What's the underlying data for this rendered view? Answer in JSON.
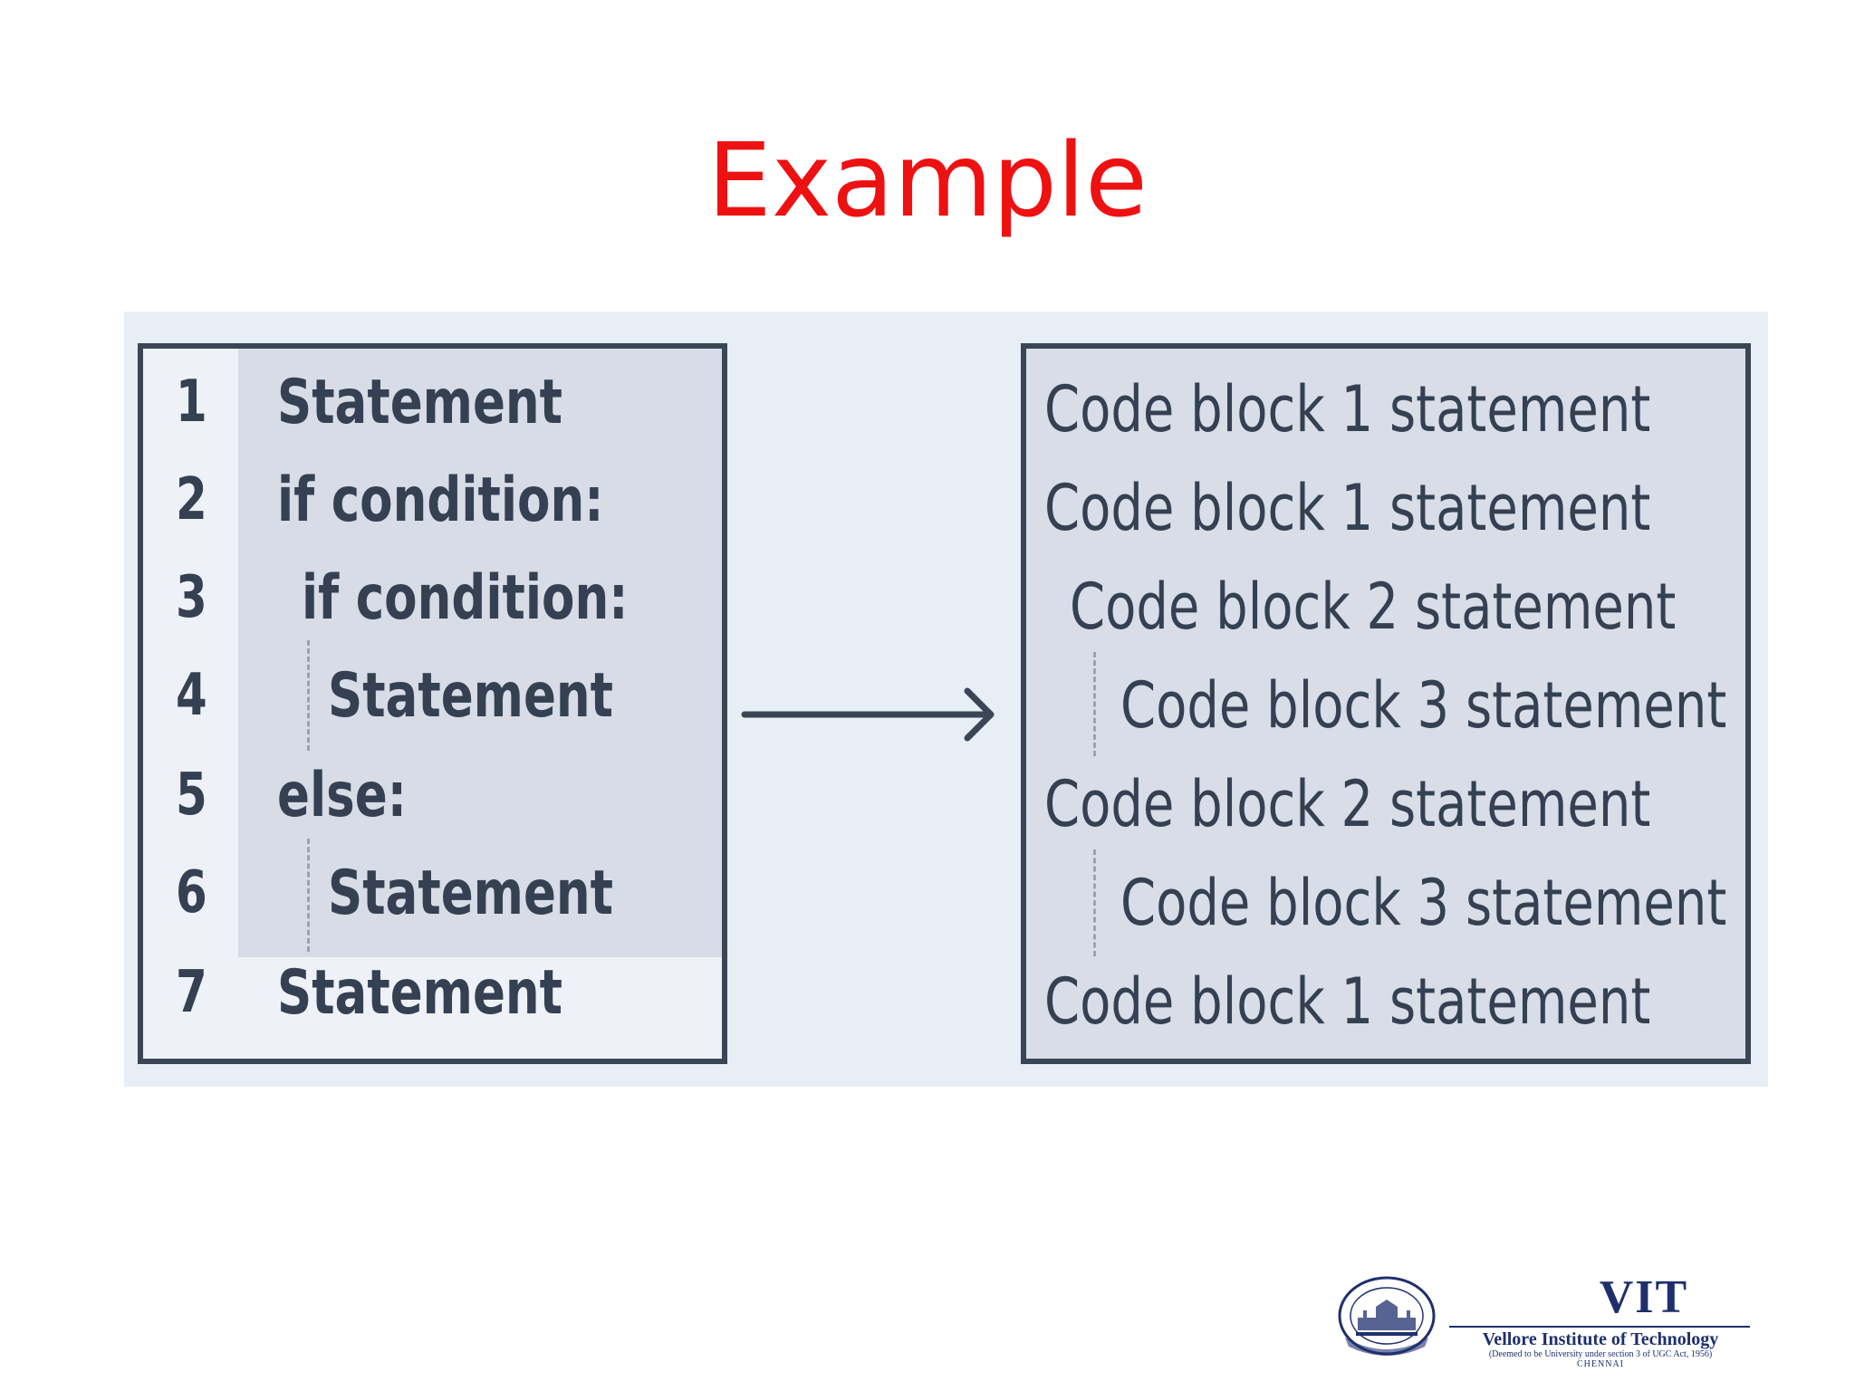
{
  "slide": {
    "title": "Example",
    "title_color": "#ee1111"
  },
  "left_panel": {
    "lines": [
      {
        "number": "1",
        "text": "Statement"
      },
      {
        "number": "2",
        "text": "if condition:"
      },
      {
        "number": "3",
        "text": "if condition:"
      },
      {
        "number": "4",
        "text": "Statement"
      },
      {
        "number": "5",
        "text": "else:"
      },
      {
        "number": "6",
        "text": "Statement"
      },
      {
        "number": "7",
        "text": "Statement"
      }
    ]
  },
  "arrow": {
    "icon": "right-arrow-icon"
  },
  "right_panel": {
    "lines": [
      "Code block 1 statement",
      "Code block 1 statement",
      "Code block 2 statement",
      "Code block 3 statement",
      "Code block 2 statement",
      "Code block 3 statement",
      "Code block 1 statement"
    ]
  },
  "logo": {
    "abbr": "VIT",
    "name": "Vellore Institute of Technology",
    "subtitle": "(Deemed to be University under section 3 of UGC Act, 1956)",
    "city": "CHENNAI",
    "color": "#1f2f6e"
  }
}
